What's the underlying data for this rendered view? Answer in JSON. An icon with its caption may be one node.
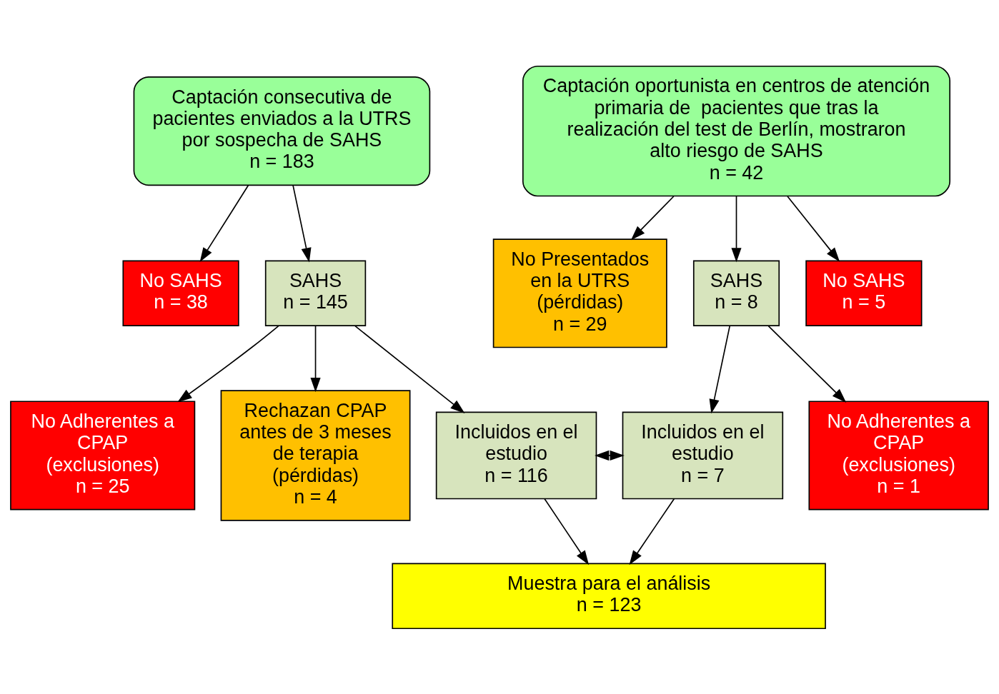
{
  "diagram": {
    "nodes": [
      {
        "text": [
          "Captación consecutiva de pacientes enviados a la UTRS por sospecha de SAHS",
          "n = 183"
        ]
      },
      {
        "text": [
          "Captación oportunista en centros de atención primaria de  pacientes que tras la realización del test de Berlín, mostraron alto riesgo de SAHS",
          "n = 42"
        ]
      },
      {
        "text": [
          "No SAHS",
          "n = 38"
        ]
      },
      {
        "text": [
          "SAHS",
          "n = 145"
        ]
      },
      {
        "text": [
          "No Presentados en la UTRS (pérdidas)",
          "n = 29"
        ]
      },
      {
        "text": [
          "SAHS",
          "n = 8"
        ]
      },
      {
        "text": [
          "No SAHS",
          "n = 5"
        ]
      },
      {
        "text": [
          "No Adherentes a  CPAP (exclusiones)",
          "n = 25"
        ]
      },
      {
        "text": [
          "Rechazan CPAP antes de 3 meses de terapia (pérdidas)",
          "n = 4"
        ]
      },
      {
        "text": [
          "No Adherentes a CPAP (exclusiones)",
          "n = 1"
        ]
      },
      {
        "text": [
          "Incluidos en el estudio",
          "n = 116"
        ]
      },
      {
        "text": [
          "Incluidos en el estudio",
          "n = 7"
        ]
      },
      {
        "text": [
          "Muestra para el análisis",
          "n = 123"
        ]
      }
    ],
    "edges": [
      {
        "from": 0,
        "to": 2,
        "arrow": "to"
      },
      {
        "from": 0,
        "to": 3,
        "arrow": "to"
      },
      {
        "from": 1,
        "to": 4,
        "arrow": "to"
      },
      {
        "from": 1,
        "to": 5,
        "arrow": "to"
      },
      {
        "from": 1,
        "to": 6,
        "arrow": "to"
      },
      {
        "from": 3,
        "to": 7,
        "arrow": "to"
      },
      {
        "from": 3,
        "to": 8,
        "arrow": "to"
      },
      {
        "from": 3,
        "to": 10,
        "arrow": "to"
      },
      {
        "from": 5,
        "to": 11,
        "arrow": "to"
      },
      {
        "from": 5,
        "to": 9,
        "arrow": "to"
      },
      {
        "from": 10,
        "to": 11,
        "arrow": "both"
      },
      {
        "from": 10,
        "to": 12,
        "arrow": "to"
      },
      {
        "from": 11,
        "to": 12,
        "arrow": "to"
      }
    ]
  }
}
